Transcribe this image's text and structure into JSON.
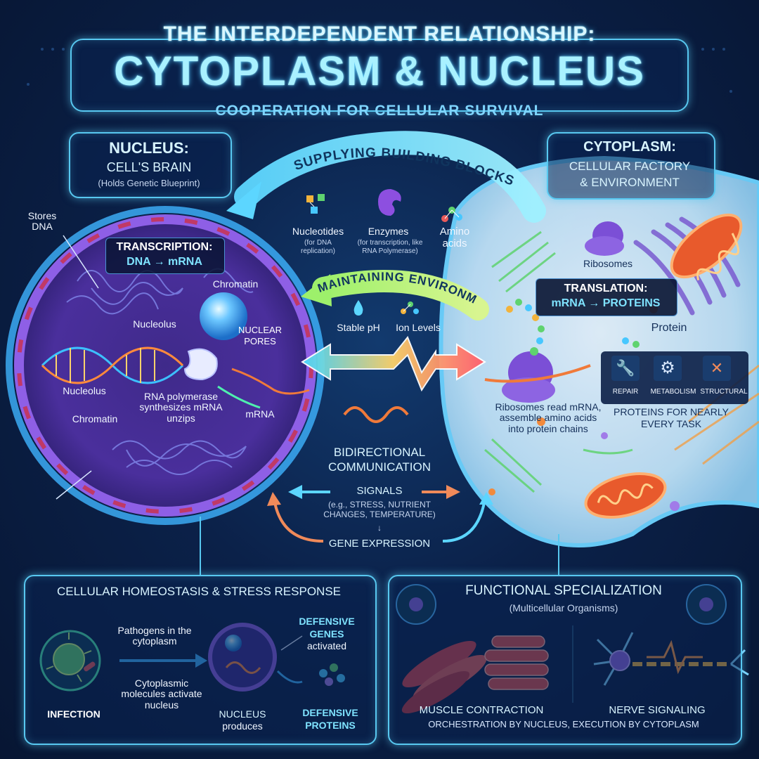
{
  "header": {
    "title_top": "THE INTERDEPENDENT RELATIONSHIP:",
    "title_main": "CYTOPLASM & NUCLEUS",
    "subtitle": "COOPERATION FOR CELLULAR SURVIVAL"
  },
  "nucleus": {
    "heading": "NUCLEUS:",
    "subheading": "CELL'S BRAIN",
    "note": "(Holds Genetic Blueprint)",
    "stores_dna": "Stores DNA",
    "transcription_title": "TRANSCRIPTION:",
    "transcription_eq": "DNA → mRNA",
    "chromatin_top": "Chromatin",
    "nucleolus_top": "Nucleolus",
    "nuclear_pores": "NUCLEAR PORES",
    "nucleolus_left": "Nucleolus",
    "chromatin_left": "Chromatin",
    "rna_polymerase": "RNA polymerase synthesizes mRNA unzips",
    "mrna": "mRNA"
  },
  "cytoplasm": {
    "heading": "CYTOPLASM:",
    "subheading_1": "CELLULAR FACTORY",
    "subheading_2": "& ENVIRONMENT",
    "ribosomes": "Ribosomes",
    "translation_title": "TRANSLATION:",
    "translation_eq": "mRNA → PROTEINS",
    "protein": "Protein",
    "roles": [
      "REPAIR",
      "METABOLISM",
      "STRUCTURAL"
    ],
    "ribosome_note": "Ribosomes read mRNA, assemble amino acids into protein chains",
    "proteins_for": "PROTEINS FOR NEARLY EVERY TASK"
  },
  "supply": {
    "arc_label": "SUPPLYING BUILDING BLOCKS",
    "items": [
      {
        "name": "Nucleotides",
        "note": "(for DNA replication)"
      },
      {
        "name": "Enzymes",
        "note": "(for transcription, like RNA Polymerase)"
      },
      {
        "name": "Amino acids",
        "note": ""
      }
    ]
  },
  "environment": {
    "arc_label": "MAINTAINING ENVIRONMENT",
    "stable_ph": "Stable pH",
    "ion_levels": "Ion Levels"
  },
  "communication": {
    "title": "BIDIRECTIONAL COMMUNICATION",
    "signals": "SIGNALS",
    "signals_note": "(e.g., STRESS, NUTRIENT CHANGES, TEMPERATURE)",
    "gene_expression": "GENE EXPRESSION"
  },
  "homeostasis": {
    "title": "CELLULAR HOMEOSTASIS & STRESS RESPONSE",
    "pathogens": "Pathogens in the cytoplasm",
    "cytoplasmic": "Cytoplasmic molecules activate nucleus",
    "infection": "INFECTION",
    "nucleus_produces_1": "NUCLEUS",
    "nucleus_produces_2": "produces",
    "defensive_genes_1": "DEFENSIVE",
    "defensive_genes_2": "GENES",
    "defensive_genes_3": "activated",
    "defensive_proteins_1": "DEFENSIVE",
    "defensive_proteins_2": "PROTEINS"
  },
  "specialization": {
    "title": "FUNCTIONAL SPECIALIZATION",
    "subtitle": "(Multicellular Organisms)",
    "muscle": "MUSCLE CONTRACTION",
    "nerve": "NERVE SIGNALING",
    "footer": "ORCHESTRATION BY NUCLEUS, EXECUTION BY CYTOPLASM"
  },
  "colors": {
    "accent_cyan": "#58c8f0",
    "nucleus_purple": "#6a3fc0",
    "cytoplasm_blue": "#cfe9fb",
    "arrow_orange": "#f07a3a",
    "arrow_green": "#8fe070"
  }
}
